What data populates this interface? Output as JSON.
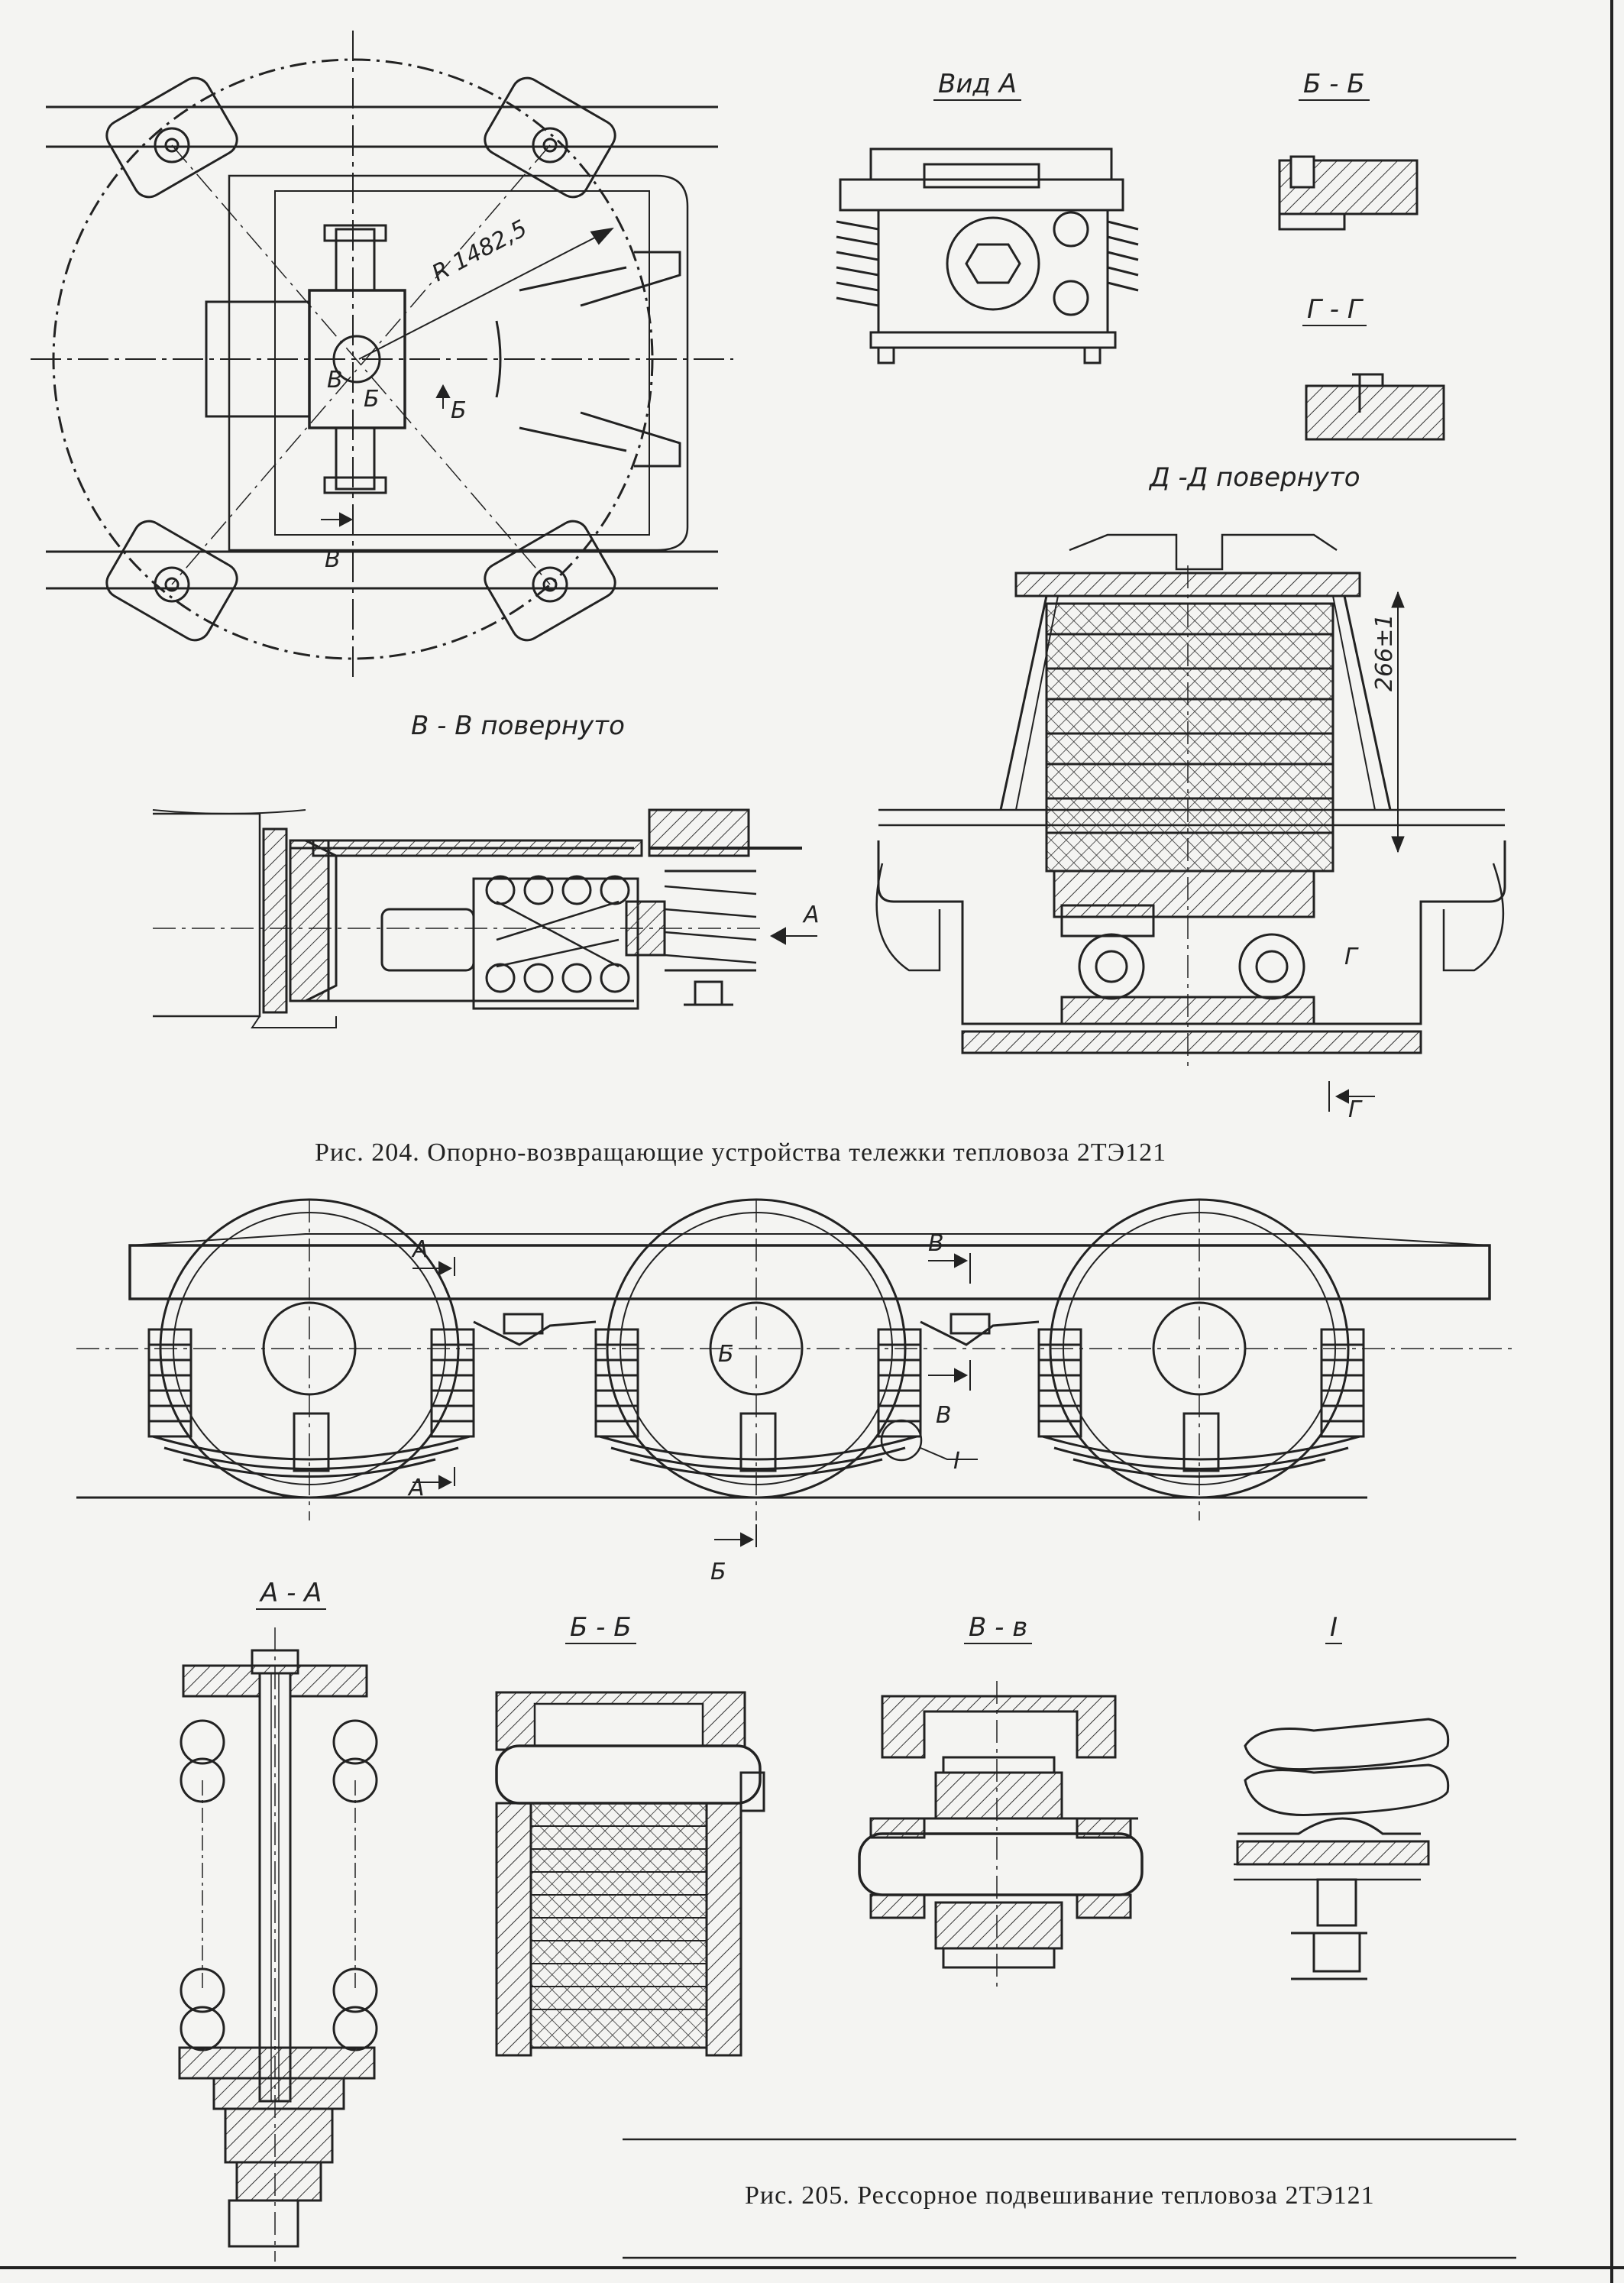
{
  "figure204": {
    "caption": "Рис. 204. Опорно-возвращающие устройства тележки тепловоза 2ТЭ121",
    "view_a_title": "Вид А",
    "section_bb_title": "Б - Б",
    "section_gg_title": "Г - Г",
    "section_dd_title": "Д -Д повернуто",
    "section_vv_title": "В - В повернуто",
    "radius_label": "R 1482,5",
    "height_dim": "266±1",
    "marker_v": "В",
    "marker_b": "Б",
    "marker_a": "А",
    "marker_g": "Г"
  },
  "figure205": {
    "caption": "Рис. 205. Рессорное подвешивание тепловоза 2ТЭ121",
    "section_aa_title": "А - А",
    "section_bb_title": "Б - Б",
    "section_vv_title": "В - в",
    "detail_title": "I",
    "marker_a": "А",
    "marker_b": "Б",
    "marker_v": "В",
    "marker_detail": "I"
  }
}
